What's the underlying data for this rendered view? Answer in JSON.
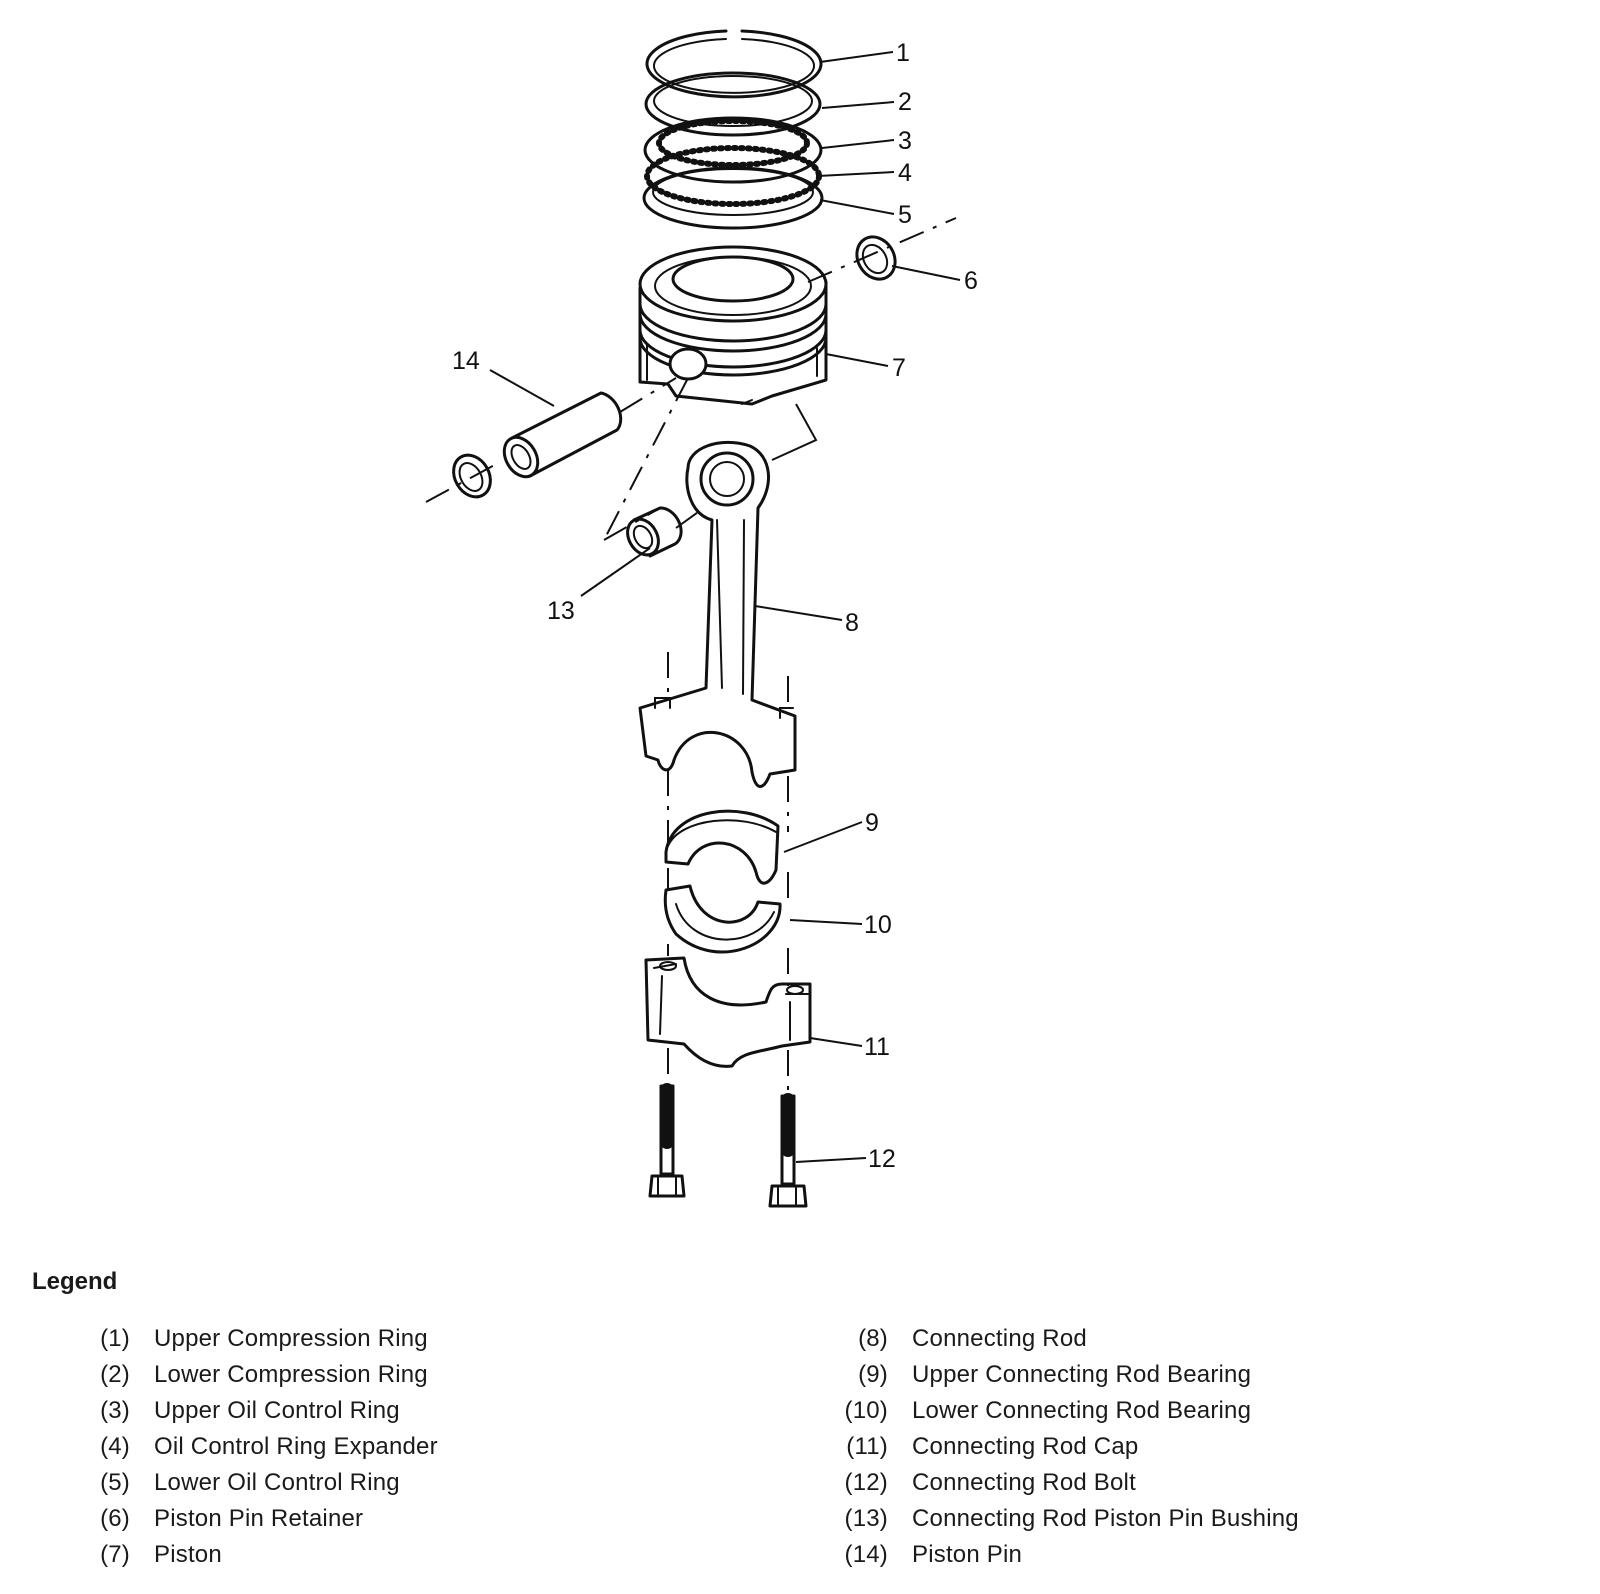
{
  "legend": {
    "title": "Legend",
    "left": [
      {
        "num": "(1)",
        "label": "Upper Compression Ring"
      },
      {
        "num": "(2)",
        "label": "Lower Compression Ring"
      },
      {
        "num": "(3)",
        "label": "Upper Oil Control Ring"
      },
      {
        "num": "(4)",
        "label": "Oil Control Ring Expander"
      },
      {
        "num": "(5)",
        "label": "Lower Oil Control Ring"
      },
      {
        "num": "(6)",
        "label": "Piston Pin Retainer"
      },
      {
        "num": "(7)",
        "label": "Piston"
      }
    ],
    "right": [
      {
        "num": "(8)",
        "label": "Connecting Rod"
      },
      {
        "num": "(9)",
        "label": "Upper Connecting Rod Bearing"
      },
      {
        "num": "(10)",
        "label": "Lower Connecting Rod Bearing"
      },
      {
        "num": "(11)",
        "label": "Connecting Rod Cap"
      },
      {
        "num": "(12)",
        "label": "Connecting Rod Bolt"
      },
      {
        "num": "(13)",
        "label": "Connecting Rod Piston Pin Bushing"
      },
      {
        "num": "(14)",
        "label": "Piston Pin"
      }
    ]
  },
  "callouts": [
    "1",
    "2",
    "3",
    "4",
    "5",
    "6",
    "7",
    "8",
    "9",
    "10",
    "11",
    "12",
    "13",
    "14"
  ]
}
